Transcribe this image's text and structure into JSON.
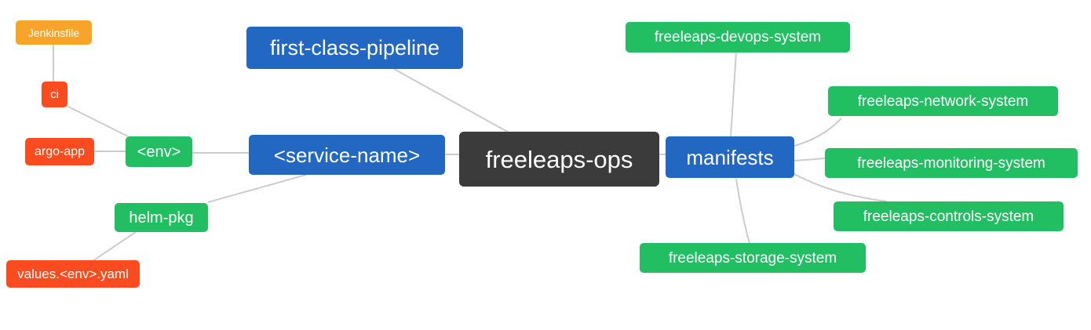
{
  "diagram": {
    "type": "mindmap",
    "root": "freeleaps-ops"
  },
  "palette": {
    "root_bg": "#3b3b3b",
    "branch_blue": "#2268c2",
    "leaf_green": "#21bf61",
    "leaf_red": "#fb4b1f",
    "leaf_orange": "#f7a428",
    "edge": "#cccccc",
    "text": "#ffffff",
    "background": "#ffffff"
  },
  "nodes": {
    "jenkinsfile": {
      "label": "Jenkinsfile",
      "color": "#f7a428"
    },
    "ci": {
      "label": "ci",
      "color": "#fb4b1f"
    },
    "argo_app": {
      "label": "argo-app",
      "color": "#fb4b1f"
    },
    "env": {
      "label": "<env>",
      "color": "#21bf61"
    },
    "helm_pkg": {
      "label": "helm-pkg",
      "color": "#21bf61"
    },
    "values_yaml": {
      "label": "values.<env>.yaml",
      "color": "#fb4b1f"
    },
    "pipeline": {
      "label": "first-class-pipeline",
      "color": "#2268c2"
    },
    "service": {
      "label": "<service-name>",
      "color": "#2268c2"
    },
    "root": {
      "label": "freeleaps-ops",
      "color": "#3b3b3b"
    },
    "manifests": {
      "label": "manifests",
      "color": "#2268c2"
    },
    "devops": {
      "label": "freeleaps-devops-system",
      "color": "#21bf61"
    },
    "network": {
      "label": "freeleaps-network-system",
      "color": "#21bf61"
    },
    "monitoring": {
      "label": "freeleaps-monitoring-system",
      "color": "#21bf61"
    },
    "controls": {
      "label": "freeleaps-controls-system",
      "color": "#21bf61"
    },
    "storage": {
      "label": "freeleaps-storage-system",
      "color": "#21bf61"
    }
  },
  "edges": [
    {
      "from": "jenkinsfile",
      "to": "ci"
    },
    {
      "from": "ci",
      "to": "env"
    },
    {
      "from": "argo_app",
      "to": "env"
    },
    {
      "from": "env",
      "to": "service"
    },
    {
      "from": "pipeline",
      "to": "root"
    },
    {
      "from": "service",
      "to": "helm_pkg"
    },
    {
      "from": "helm_pkg",
      "to": "values_yaml"
    },
    {
      "from": "service",
      "to": "root"
    },
    {
      "from": "root",
      "to": "manifests"
    },
    {
      "from": "manifests",
      "to": "devops"
    },
    {
      "from": "manifests",
      "to": "network"
    },
    {
      "from": "manifests",
      "to": "monitoring"
    },
    {
      "from": "manifests",
      "to": "controls"
    },
    {
      "from": "manifests",
      "to": "storage"
    }
  ]
}
